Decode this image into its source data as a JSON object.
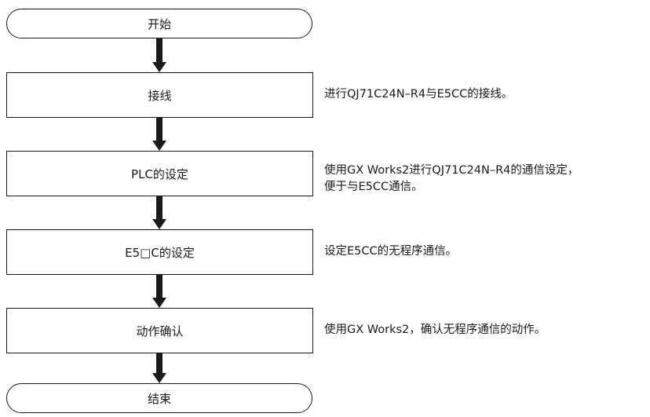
{
  "flowchart": {
    "start_label": "开始",
    "end_label": "结束",
    "steps": [
      {
        "label": "接线",
        "description_lines": [
          "进行QJ71C24N–R4与E5CC的接线。"
        ]
      },
      {
        "label": "PLC的设定",
        "description_lines": [
          "使用GX Works2进行QJ71C24N–R4的通信设定，",
          "便于与E5CC通信。"
        ]
      },
      {
        "label": "E5□C的设定",
        "description_lines": [
          "设定E5CC的无程序通信。"
        ]
      },
      {
        "label": "动作确认",
        "description_lines": [
          "使用GX Works2，确认无程序通信的动作。"
        ]
      }
    ]
  }
}
